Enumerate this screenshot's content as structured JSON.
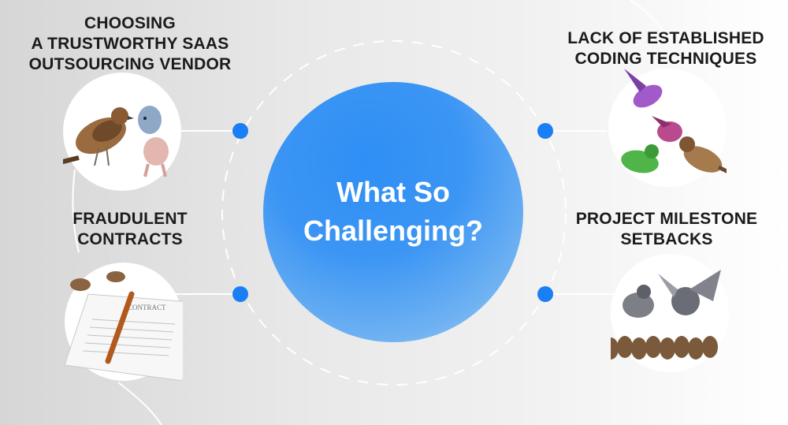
{
  "center": {
    "line1": "What So",
    "line2": "Challenging?"
  },
  "topics": [
    {
      "lines": [
        "CHOOSING",
        "A TRUSTWORTHY SAAS",
        "OUTSOURCING VENDOR"
      ],
      "icon": "sparrow-and-pigeon-icon"
    },
    {
      "lines": [
        "FRAUDULENT",
        "CONTRACTS"
      ],
      "icon": "sparrows-and-contract-icon"
    },
    {
      "lines": [
        "LACK OF ESTABLISHED",
        "CODING TECHNIQUES"
      ],
      "icon": "colorful-birds-icon"
    },
    {
      "lines": [
        "PROJECT MILESTONE",
        "SETBACKS"
      ],
      "icon": "pigeons-and-sparrows-icon"
    }
  ],
  "contract_heading": "CONTRACT",
  "colors": {
    "accent": "#1a7ef5",
    "center_top": "#2f8ff5",
    "center_bottom": "#a7d0f2"
  }
}
